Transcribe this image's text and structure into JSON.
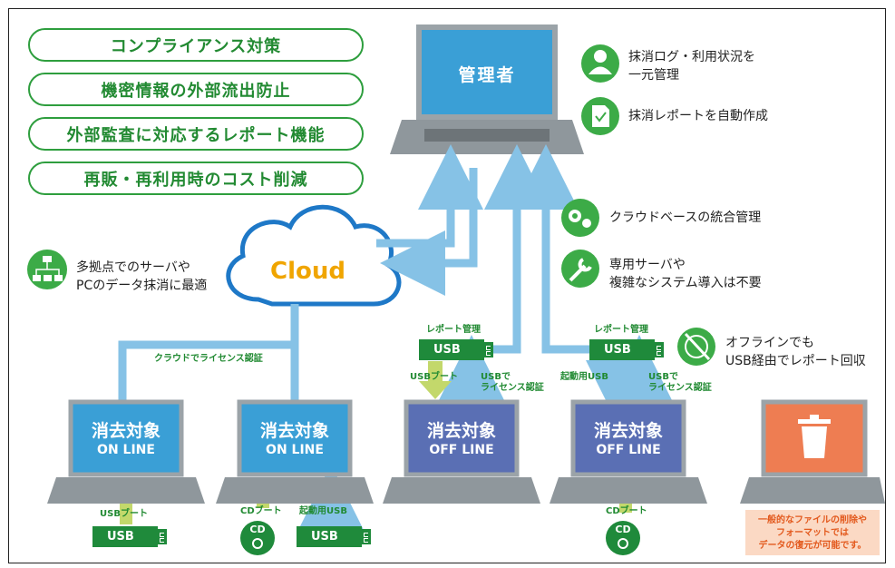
{
  "features": [
    "コンプライアンス対策",
    "機密情報の外部流出防止",
    "外部監査に対応するレポート機能",
    "再販・再利用時のコスト削減"
  ],
  "admin": {
    "label": "管理者"
  },
  "admin_notes": [
    "抹消ログ・利用状況を\n一元管理",
    "抹消レポートを自動作成"
  ],
  "cloud": {
    "label": "Cloud"
  },
  "cloud_notes": [
    "クラウドベースの統合管理",
    "専用サーバや\n複雑なシステム導入は不要"
  ],
  "multisite_note": "多拠点でのサーバや\nPCのデータ抹消に最適",
  "offline_note": "オフラインでも\nUSB経由でレポート回収",
  "license_label": "クラウドでライセンス認証",
  "target": {
    "title": "消去対象",
    "online": "ON LINE",
    "offline": "OFF LINE"
  },
  "report_mgmt": "レポート管理",
  "usb_text": "USB",
  "cd_text": "CD",
  "labels": {
    "usb_boot": "USBブート",
    "usb_license": "USBで\nライセンス認証",
    "boot_usb": "起動用USB",
    "cd_boot": "CDブート"
  },
  "warning": "一般的なファイルの削除や\nフォーマットでは\nデータの復元が可能です。",
  "colors": {
    "green": "#3cab47",
    "dark_green": "#1f8a3b",
    "screen_blue": "#3a9fd6",
    "screen_indigo": "#5a6fb4",
    "trash_orange": "#ee7d52",
    "arrow_blue": "#86c2e6",
    "arrow_green": "#c3d86b",
    "cloud_blue": "#1e78c7",
    "cloud_text": "#f0a500"
  },
  "icons": [
    "person-icon",
    "document-check-icon",
    "gears-icon",
    "wrench-icon",
    "network-icon",
    "no-network-icon",
    "trash-icon"
  ]
}
